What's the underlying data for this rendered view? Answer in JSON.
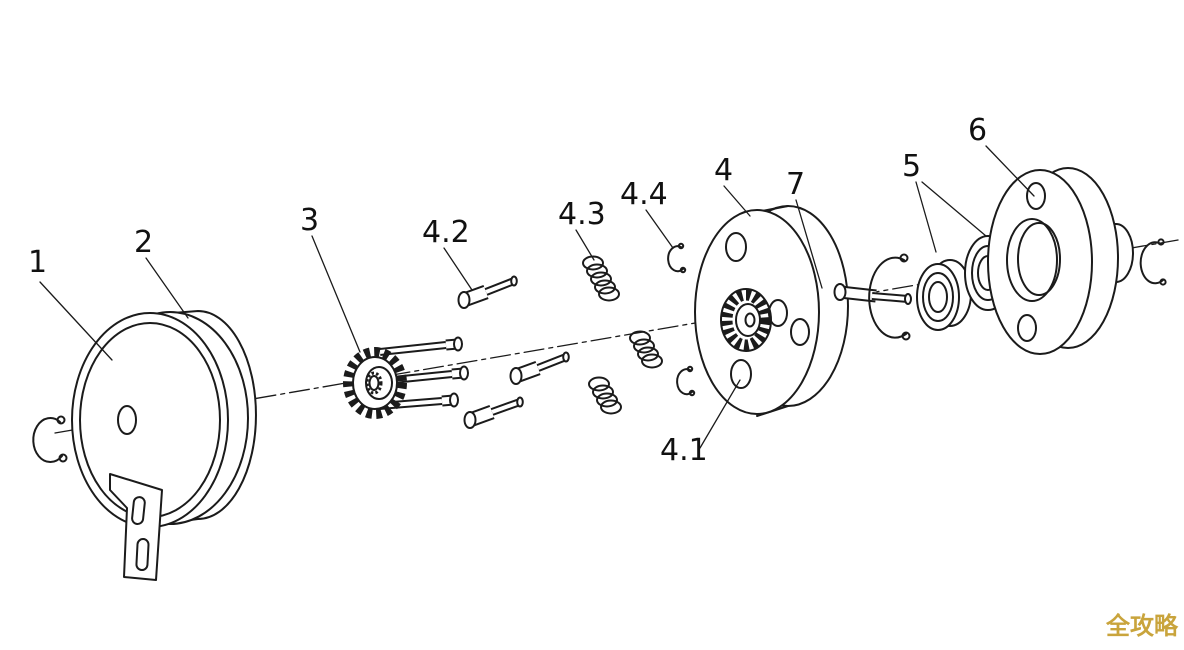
{
  "colors": {
    "line": "#1b1b1b",
    "background": "#ffffff"
  },
  "labels": {
    "part1": "1",
    "part2": "2",
    "part3": "3",
    "part4": "4",
    "part4_1": "4.1",
    "part4_2": "4.2",
    "part4_3": "4.3",
    "part4_4": "4.4",
    "part5": "5",
    "part6": "6",
    "part7": "7"
  },
  "watermark": {
    "text": "全攻略",
    "color": "#c9a43c"
  }
}
